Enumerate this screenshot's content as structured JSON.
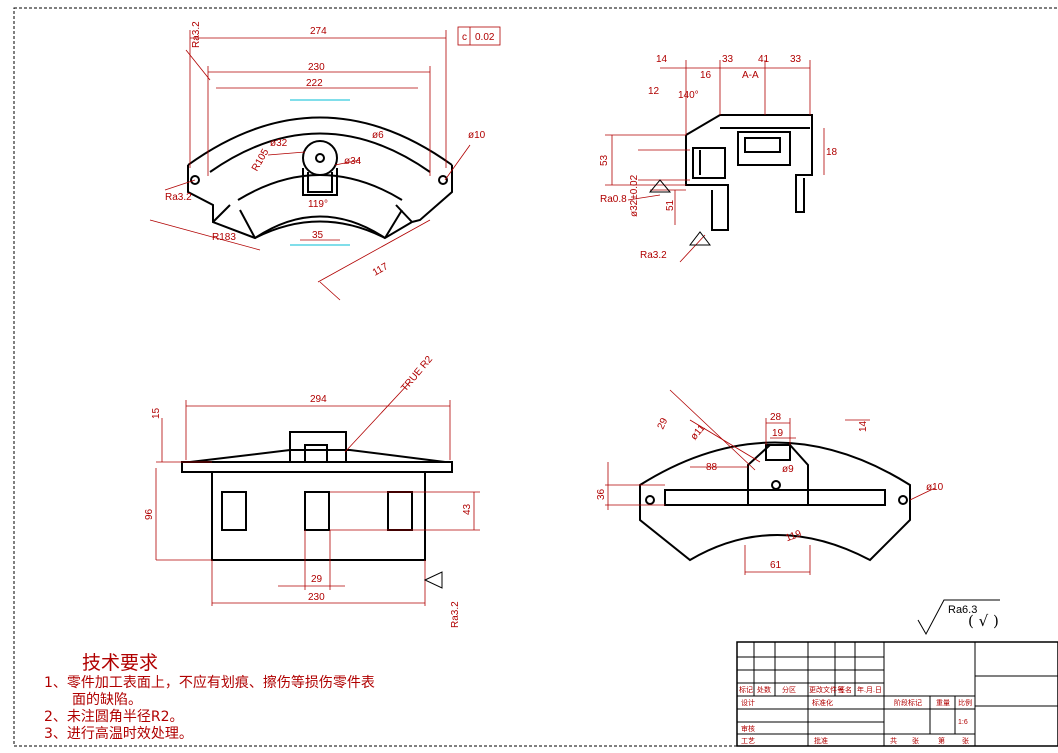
{
  "views": {
    "top": {
      "dims": [
        "274",
        "230",
        "222",
        "Ra3.2",
        "ø32",
        "ø6",
        "ø34",
        "ø10",
        "119°",
        "35",
        "R183",
        "117",
        "R105",
        "Ra3.2"
      ],
      "gdt_symbol": "c",
      "gdt_value": "0.02"
    },
    "section": {
      "dims": [
        "14",
        "33",
        "41",
        "33",
        "16",
        "A-A",
        "12",
        "140°",
        "53",
        "ø32±0.02",
        "18",
        "51",
        "Ra0.8",
        "Ra3.2"
      ]
    },
    "front": {
      "dims": [
        "294",
        "15",
        "TRUE R2",
        "96",
        "43",
        "29",
        "230",
        "Ra3.2"
      ]
    },
    "bottom": {
      "dims": [
        "28",
        "29",
        "ø11",
        "19",
        "14",
        "88",
        "ø9",
        "36",
        "ø10",
        "119",
        "61"
      ]
    }
  },
  "notes": {
    "title": "技术要求",
    "lines": [
      "1、零件加工表面上，不应有划痕、擦伤等损伤零件表",
      "面的缺陷。",
      "2、未注圆角半径R2。",
      "3、进行高温时效处理。"
    ]
  },
  "roughness": {
    "symbol": "Ra6.3",
    "mark": "( √ )"
  },
  "title_block": {
    "labels": [
      "标记",
      "处数",
      "分区",
      "更改文件号",
      "签名",
      "年.月.日",
      "设计",
      "标准化",
      "阶段标记",
      "重量",
      "比例",
      "审核",
      "工艺",
      "批准",
      "共",
      "张",
      "第",
      "张"
    ],
    "scale": "1:6"
  },
  "colors": {
    "outline": "#000000",
    "dimension": "#b00000",
    "centerline": "#00bcd4"
  }
}
